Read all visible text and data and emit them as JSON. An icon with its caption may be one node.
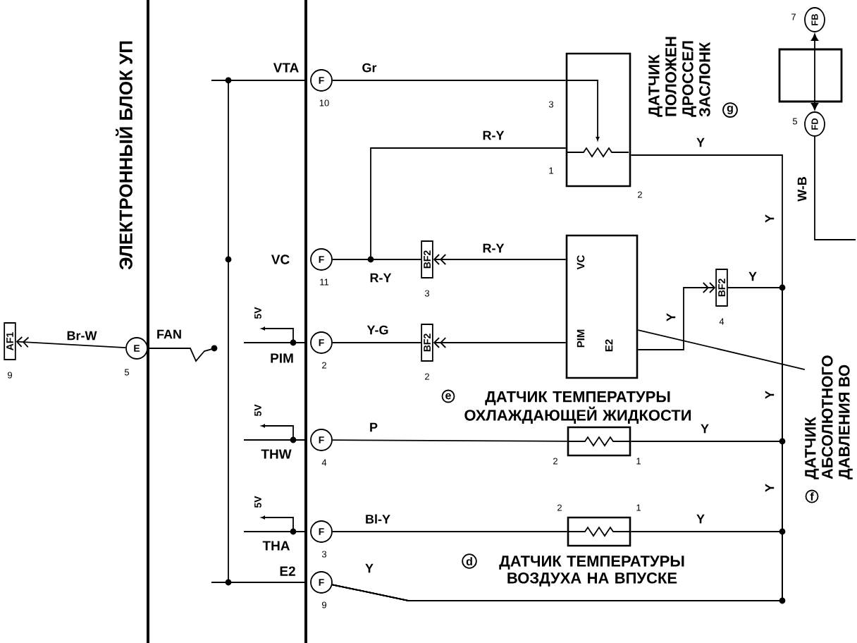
{
  "diagram": {
    "nodes": [
      {
        "text": [
          "AF1"
        ],
        "beside": [
          "9"
        ]
      },
      {
        "text": [
          "E"
        ],
        "beside": [
          "5"
        ]
      },
      {
        "text": [
          "F"
        ],
        "beside": [
          "10"
        ]
      },
      {
        "text": [
          "F"
        ],
        "beside": [
          "11"
        ]
      },
      {
        "text": [
          "F"
        ],
        "beside": [
          "2"
        ]
      },
      {
        "text": [
          "F"
        ],
        "beside": [
          "4"
        ]
      },
      {
        "text": [
          "F"
        ],
        "beside": [
          "3"
        ]
      },
      {
        "text": [
          "F"
        ],
        "beside": [
          "9"
        ]
      },
      {
        "text": [
          "ДАТЧИК ПОЛОЖЕН ДРОССЕЛ ЗАСЛОНК",
          "g"
        ],
        "beside": [
          "3",
          "1",
          "2"
        ]
      },
      {
        "text": [
          "VC",
          "PIM",
          "E2"
        ]
      },
      {
        "text": [
          "e",
          "ДАТЧИК ТЕМПЕРАТУРЫ ОХЛАЖДАЮЩЕЙ ЖИДКОСТИ"
        ],
        "beside": [
          "2",
          "1"
        ]
      },
      {
        "text": [
          "d",
          "ДАТЧИК ТЕМПЕРАТУРЫ ВОЗДУХА НА ВПУСКЕ"
        ],
        "beside": [
          "2",
          "1"
        ]
      },
      {
        "text": [
          "BF2"
        ],
        "beside": [
          "3"
        ]
      },
      {
        "text": [
          "BF2"
        ],
        "beside": [
          "2"
        ]
      },
      {
        "text": [
          "BF2"
        ],
        "beside": [
          "4"
        ]
      },
      {
        "text": [
          "FB"
        ],
        "beside": [
          "7"
        ]
      },
      {
        "text": [
          "FD"
        ],
        "beside": [
          "5"
        ]
      },
      {
        "text": [
          "f",
          "ДАТЧИК АБСОЛЮТНОГО ДАВЛЕНИЯ ВО"
        ]
      }
    ],
    "edges": [
      {
        "from": 1,
        "to": 0,
        "arrow": "to",
        "label": "Br-W"
      },
      {
        "from": 1,
        "to": null,
        "arrow": "none",
        "label": "FAN"
      },
      {
        "from": 2,
        "to": 8,
        "arrow": "none",
        "label": "Gr"
      },
      {
        "from": 3,
        "to": 12,
        "arrow": "none",
        "label": "R-Y"
      },
      {
        "from": 9,
        "to": 12,
        "arrow": "to",
        "label": "R-Y"
      },
      {
        "from": 3,
        "to": 8,
        "arrow": "none",
        "label": "R-Y"
      },
      {
        "from": 4,
        "to": 13,
        "arrow": "none",
        "label": "Y-G"
      },
      {
        "from": 9,
        "to": 13,
        "arrow": "to"
      },
      {
        "from": 5,
        "to": 10,
        "arrow": "none",
        "label": "P"
      },
      {
        "from": 6,
        "to": 11,
        "arrow": "none",
        "label": "Bl-Y"
      },
      {
        "from": 7,
        "to": 11,
        "arrow": "none",
        "label": "Y"
      },
      {
        "from": 7,
        "to": 10,
        "arrow": "none",
        "label": "Y"
      },
      {
        "from": 7,
        "to": 14,
        "arrow": "none",
        "label": "Y"
      },
      {
        "from": 7,
        "to": 8,
        "arrow": "none",
        "label": "Y"
      },
      {
        "from": 9,
        "to": 14,
        "arrow": "to",
        "label": "Y"
      },
      {
        "from": 15,
        "to": 16,
        "arrow": "both"
      },
      {
        "from": 16,
        "to": null,
        "arrow": "none",
        "label": "W-B"
      },
      {
        "from": 17,
        "to": 9,
        "arrow": "none"
      }
    ],
    "labels": [
      "ЭЛЕКТРОННЫЙ БЛОК УП",
      "VTA",
      "VC",
      "PIM",
      "THW",
      "THA",
      "E2",
      "5V",
      "5V",
      "5V",
      "Y",
      "Y",
      "Y",
      "Y"
    ]
  }
}
